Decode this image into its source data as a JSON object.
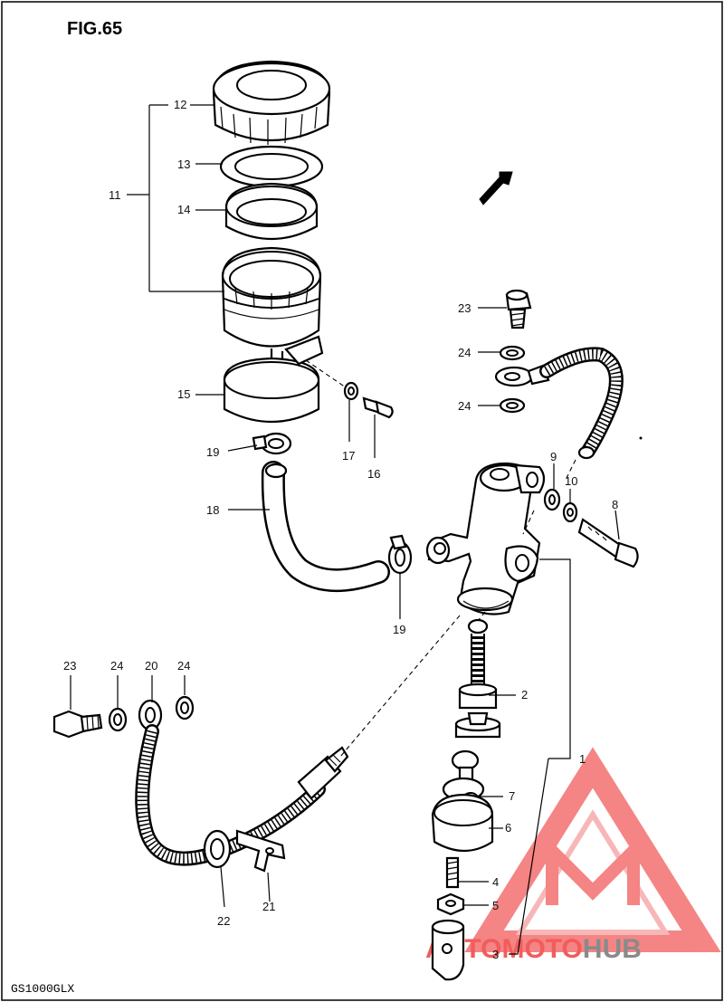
{
  "figure": {
    "title": "FIG.65",
    "model": "GS1000GLX"
  },
  "labels": [
    {
      "id": "1",
      "text": "1"
    },
    {
      "id": "2",
      "text": "2"
    },
    {
      "id": "3",
      "text": "3"
    },
    {
      "id": "4",
      "text": "4"
    },
    {
      "id": "5",
      "text": "5"
    },
    {
      "id": "6",
      "text": "6"
    },
    {
      "id": "7",
      "text": "7"
    },
    {
      "id": "8",
      "text": "8"
    },
    {
      "id": "9",
      "text": "9"
    },
    {
      "id": "10",
      "text": "10"
    },
    {
      "id": "11",
      "text": "11"
    },
    {
      "id": "12",
      "text": "12"
    },
    {
      "id": "13",
      "text": "13"
    },
    {
      "id": "14",
      "text": "14"
    },
    {
      "id": "15",
      "text": "15"
    },
    {
      "id": "16",
      "text": "16"
    },
    {
      "id": "17",
      "text": "17"
    },
    {
      "id": "18",
      "text": "18"
    },
    {
      "id": "19a",
      "text": "19"
    },
    {
      "id": "19b",
      "text": "19"
    },
    {
      "id": "20",
      "text": "20"
    },
    {
      "id": "21",
      "text": "21"
    },
    {
      "id": "22",
      "text": "22"
    },
    {
      "id": "23a",
      "text": "23"
    },
    {
      "id": "23b",
      "text": "23"
    },
    {
      "id": "24a",
      "text": "24"
    },
    {
      "id": "24b",
      "text": "24"
    },
    {
      "id": "24c",
      "text": "24"
    },
    {
      "id": "24d",
      "text": "24"
    }
  ],
  "watermark": {
    "part1": "AUTOMOTO",
    "part2": "HUB",
    "color_main": "#f25c5c",
    "color_accent": "#f5b13d",
    "color_dark": "#8a8a8a"
  },
  "icons": {
    "direction_tag": "fwd-arrow-icon"
  }
}
